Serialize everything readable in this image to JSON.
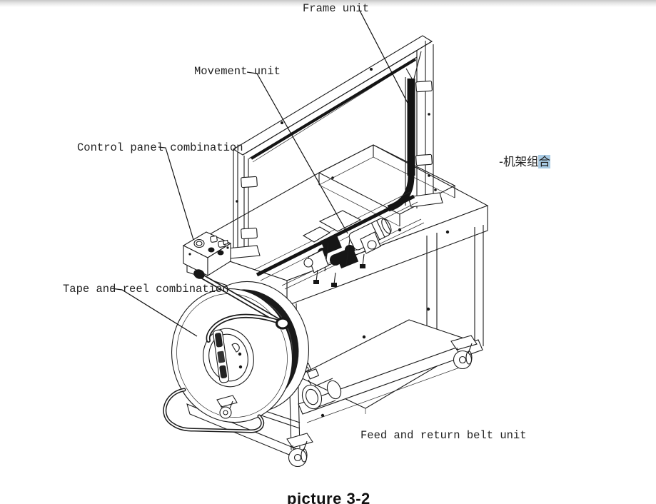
{
  "labels": {
    "frame_unit": "Frame unit",
    "movement_unit": "Movement unit",
    "control_panel": "Control panel combination",
    "tape_reel": "Tape and reel combination",
    "feed_belt": "Feed and return belt unit",
    "frame_assembly_cn": "-机架组合",
    "frame_assembly_cn_prefix": "-机架组",
    "frame_assembly_cn_highlight": "合"
  },
  "caption": "picture 3-2",
  "colors": {
    "line": "#1b1b1b",
    "highlight": "#a9cbe4",
    "background": "#ffffff"
  },
  "figure": {
    "type": "isometric line drawing",
    "subject": "semi-automatic strapping machine with arch frame, tape reel, control panel, movement unit and caster cart"
  }
}
